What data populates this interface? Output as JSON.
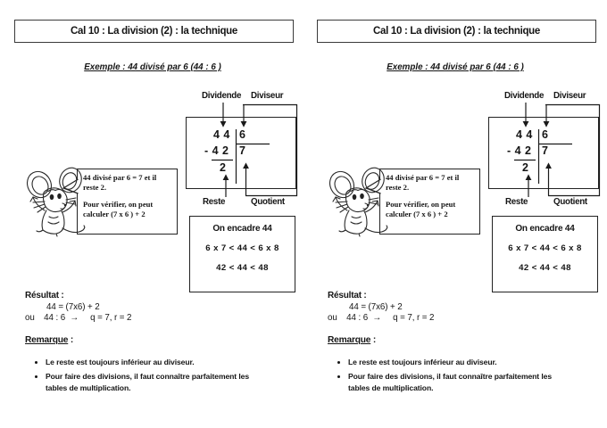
{
  "page": {
    "title": "Cal 10 : La division (2) : la technique",
    "example_line": "Exemple : 44 divisé par 6  (44 : 6 )",
    "diagram": {
      "dividend_label": "Dividende",
      "divisor_label": "Diviseur",
      "dividend": "4 4",
      "divisor": "6",
      "subtraction": "- 4 2",
      "quotient": "7",
      "remainder": "2",
      "remainder_label": "Reste",
      "quotient_label": "Quotient"
    },
    "speech_bubble": {
      "line1": "44 divisé par 6 = 7 et il\nreste 2.",
      "line2": "Pour vérifier, on peut\ncalculer (7 x 6 ) + 2"
    },
    "encadre_box": {
      "title": "On encadre 44",
      "line1": "6 x 7 < 44 < 6 x 8",
      "line2": "42 < 44 < 48"
    },
    "result": {
      "heading": "Résultat :",
      "line1": "44 = (7x6) + 2",
      "line2": "ou    44 : 6  →     q = 7, r = 2"
    },
    "remark": {
      "heading": "Remarque",
      "heading_suffix": " :",
      "bullets": [
        "Le reste est toujours inférieur au diviseur.",
        "Pour faire des divisions, il faut connaître parfaitement les\ntables de multiplication."
      ]
    }
  }
}
